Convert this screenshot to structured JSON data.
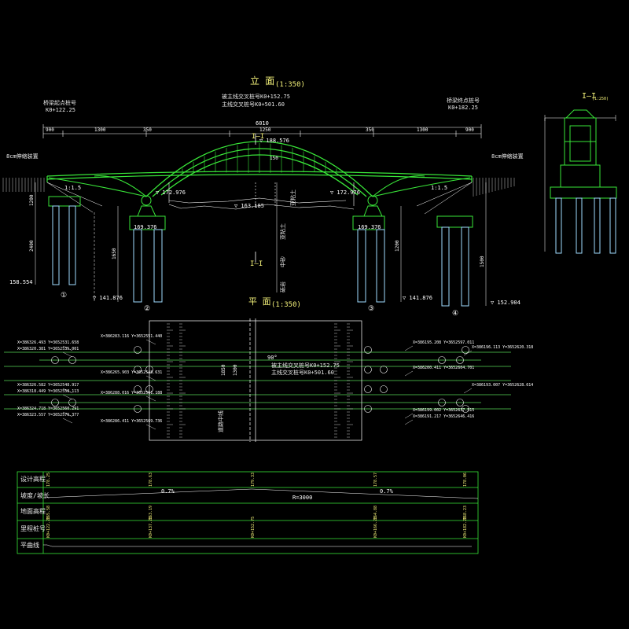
{
  "colors": {
    "background": "#000000",
    "structure_green": "#39e639",
    "pile_cyan": "#9fdcff",
    "text_white": "#ffffff",
    "text_yellow": "#f4f27a",
    "road_grid": "#54d454"
  },
  "elevation": {
    "title": "立 面",
    "scale": "(1:350)",
    "left_note_1": "桥梁起点桩号",
    "left_note_2": "K0+122.25",
    "center_note_1": "被主线交叉桩号K0+152.75",
    "center_note_2": "主线交叉桩号K0+501.60",
    "right_note_1": "桥梁终点桩号",
    "right_note_2": "K0+182.25",
    "dim_total": "6010",
    "dims": [
      "900",
      "1300",
      "350",
      "1250",
      "350",
      "1300",
      "900"
    ],
    "crown_level": "▽ 188.576",
    "crown_label": "150",
    "left_abut_label": "8cm伸缩装置",
    "right_abut_label": "8cm伸缩装置",
    "slope_left": "1:1.5",
    "slope_right": "1:1.5",
    "left_pier_level": "▽ 172.976",
    "right_pier_level": "▽ 172.976",
    "river_level": "▽ 163.185",
    "label_soil_1": "亚粘土",
    "label_soil_2": "亚粘土",
    "label_sand": "中砂",
    "label_rock": "砾岩",
    "pile_top_left": "169.376",
    "pile_top_right": "169.376",
    "bottom_left": "▽ 141.876",
    "bottom_right": "▽ 141.876",
    "abut_bottom_left": "158.554",
    "abut_bottom_right": "▽ 152.904",
    "pier_ids": [
      "①",
      "②",
      "③",
      "④"
    ],
    "pile_dims": [
      "1200",
      "2400",
      "1650",
      "1200",
      "1500"
    ]
  },
  "section": {
    "title": "I—I",
    "scale": "(1:250)"
  },
  "plan": {
    "title": "平 面",
    "scale": "(1:350)",
    "center_note_1": "被主线交叉桩号K0+152.75",
    "center_note_2": "主线交叉桩号K0+501.60",
    "angle": "90°",
    "width_a": "1850",
    "width_b": "1300",
    "side_mark": "道路中线",
    "coords_left": [
      "X=386326.493 Y=3652531.658",
      "X=386320.381 Y=3652535.001",
      "X=386326.582 Y=3652548.917",
      "X=386318.449 Y=3652558.113",
      "X=386324.718 Y=3652560.291",
      "X=386323.557 Y=3652576.377"
    ],
    "coords_mid": [
      "X=386283.116 Y=3652551.440",
      "X=386265.903 Y=3652548.631",
      "X=386288.016 Y=3652561.188",
      "X=386286.411 Y=3652569.736"
    ],
    "coords_right": [
      "X=386195.208 Y=3652597.011",
      "X=386200.411 Y=3652604.701",
      "X=386196.113 Y=3652620.318",
      "X=386193.007 Y=3652628.614",
      "X=386199.002 Y=3652637.515",
      "X=386191.217 Y=3652646.416"
    ]
  },
  "table": {
    "rows": [
      "设计高程",
      "坡度/坡长",
      "地面高程",
      "里程桩号",
      "平曲线"
    ],
    "grade_left": "0.7%",
    "grade_right": "0.7%",
    "curve": "R=3000",
    "design_values": [
      "178.25",
      "178.63",
      "179.33",
      "178.57",
      "178.06"
    ],
    "ground_values": [
      "165.58",
      "163.19",
      "164.88",
      "168.23"
    ],
    "stations": [
      "K0+122.25",
      "K0+137.25",
      "K0+152.75",
      "K0+166.25",
      "K0+182.25"
    ]
  }
}
